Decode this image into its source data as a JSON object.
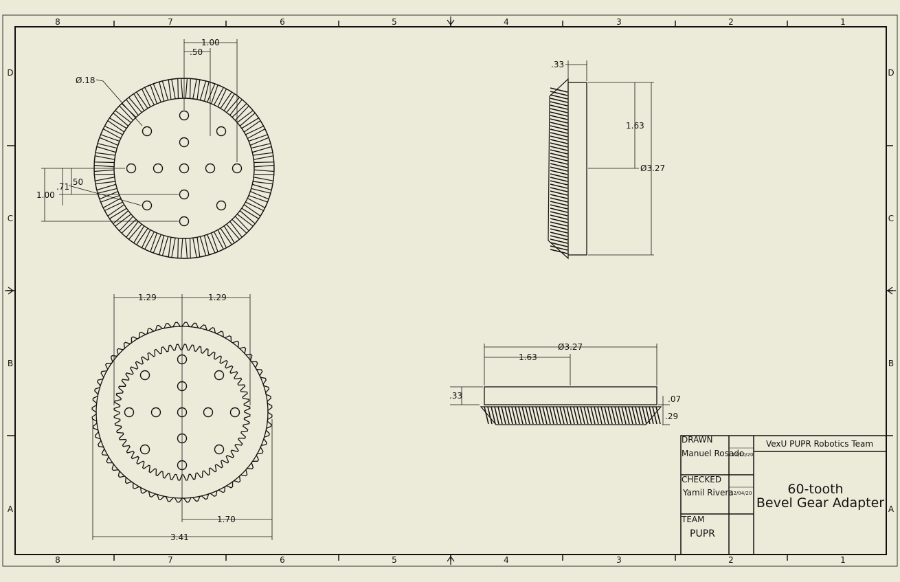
{
  "sheet": {
    "zones_horizontal": [
      "8",
      "7",
      "6",
      "5",
      "4",
      "3",
      "2",
      "1"
    ],
    "zones_vertical": [
      "D",
      "C",
      "B",
      "A"
    ]
  },
  "views": {
    "front_view": {
      "hole_dia": "Ø.18",
      "dim_top_1": "1.00",
      "dim_top_2": ".50",
      "dim_left_1": ".50",
      "dim_left_2": ".71",
      "dim_left_3": "1.00",
      "teeth": 60
    },
    "back_view": {
      "dim_top_left": "1.29",
      "dim_top_right": "1.29",
      "dim_bottom_1": "1.70",
      "dim_bottom_2": "3.41"
    },
    "side_view": {
      "dim_thickness": ".33",
      "dim_radius": "1.63",
      "dim_diameter": "Ø3.27"
    },
    "bottom_view": {
      "dim_diameter": "Ø3.27",
      "dim_radius": "1.63",
      "dim_height": ".33",
      "dim_step": ".07",
      "dim_tooth": ".29"
    }
  },
  "title_block": {
    "drawn_label": "DRAWN",
    "drawn_name": "Manuel Rosado",
    "drawn_date": "11/10/20",
    "checked_label": "CHECKED",
    "checked_name": "Yamil Rivera",
    "checked_date": "12/04/20",
    "team_label": "TEAM",
    "team_value": "PUPR",
    "organization": "VexU PUPR Robotics Team",
    "title_line1": "60-tooth",
    "title_line2": "Bevel Gear Adapter"
  }
}
